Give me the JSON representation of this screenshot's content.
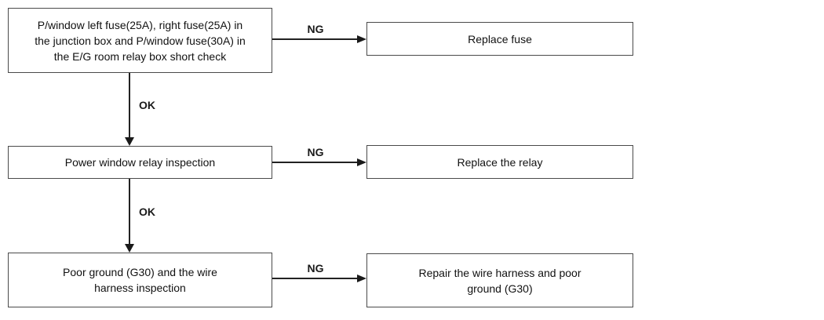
{
  "diagram": {
    "type": "troubleshooting-flowchart",
    "rows": [
      {
        "check": "P/window left fuse(25A), right fuse(25A) in\nthe junction box and P/window fuse(30A) in\nthe E/G room relay box short check",
        "branch_label": "NG",
        "action": "Replace fuse",
        "next_label": "OK"
      },
      {
        "check": "Power window relay inspection",
        "branch_label": "NG",
        "action": "Replace the relay",
        "next_label": "OK"
      },
      {
        "check": "Poor ground (G30) and the wire\nharness inspection",
        "branch_label": "NG",
        "action": "Repair the wire harness and poor\nground (G30)"
      }
    ],
    "colors": {
      "background": "#ffffff",
      "box_border": "#4a4a4a",
      "line": "#222222",
      "text": "#111111"
    }
  }
}
